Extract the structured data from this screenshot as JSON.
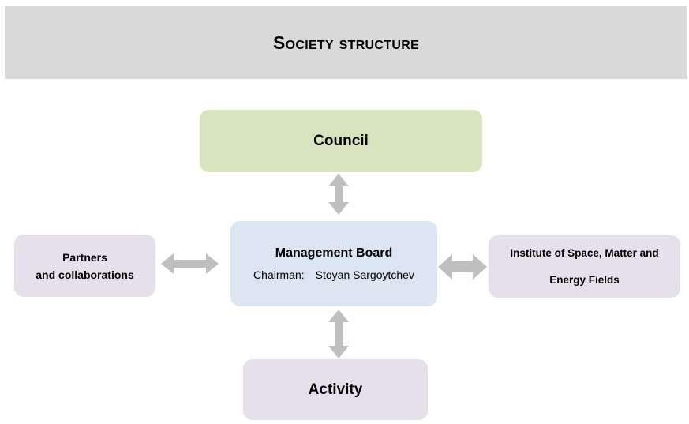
{
  "header": {
    "title": "Society structure"
  },
  "nodes": {
    "council": {
      "label": "Council",
      "color": "#d7e4bd"
    },
    "management_board": {
      "label": "Management Board",
      "chairman_label": "Chairman:",
      "chairman_name": "Stoyan Sargoytchev",
      "color": "#dce6f2"
    },
    "partners": {
      "line1": "Partners",
      "line2": "and collaborations",
      "color": "#e6e0ec"
    },
    "institute": {
      "line1": "Institute of Space, Matter and",
      "line2": "Energy Fields",
      "color": "#e6e0ec"
    },
    "activity": {
      "label": "Activity",
      "color": "#e6e0ec"
    }
  },
  "connectors": [
    {
      "from": "management_board",
      "to": "council",
      "type": "bidirectional"
    },
    {
      "from": "management_board",
      "to": "activity",
      "type": "bidirectional"
    },
    {
      "from": "management_board",
      "to": "partners",
      "type": "bidirectional"
    },
    {
      "from": "management_board",
      "to": "institute",
      "type": "bidirectional"
    }
  ],
  "colors": {
    "banner": "#d9d9d9",
    "arrow": "#bfbfbf"
  }
}
